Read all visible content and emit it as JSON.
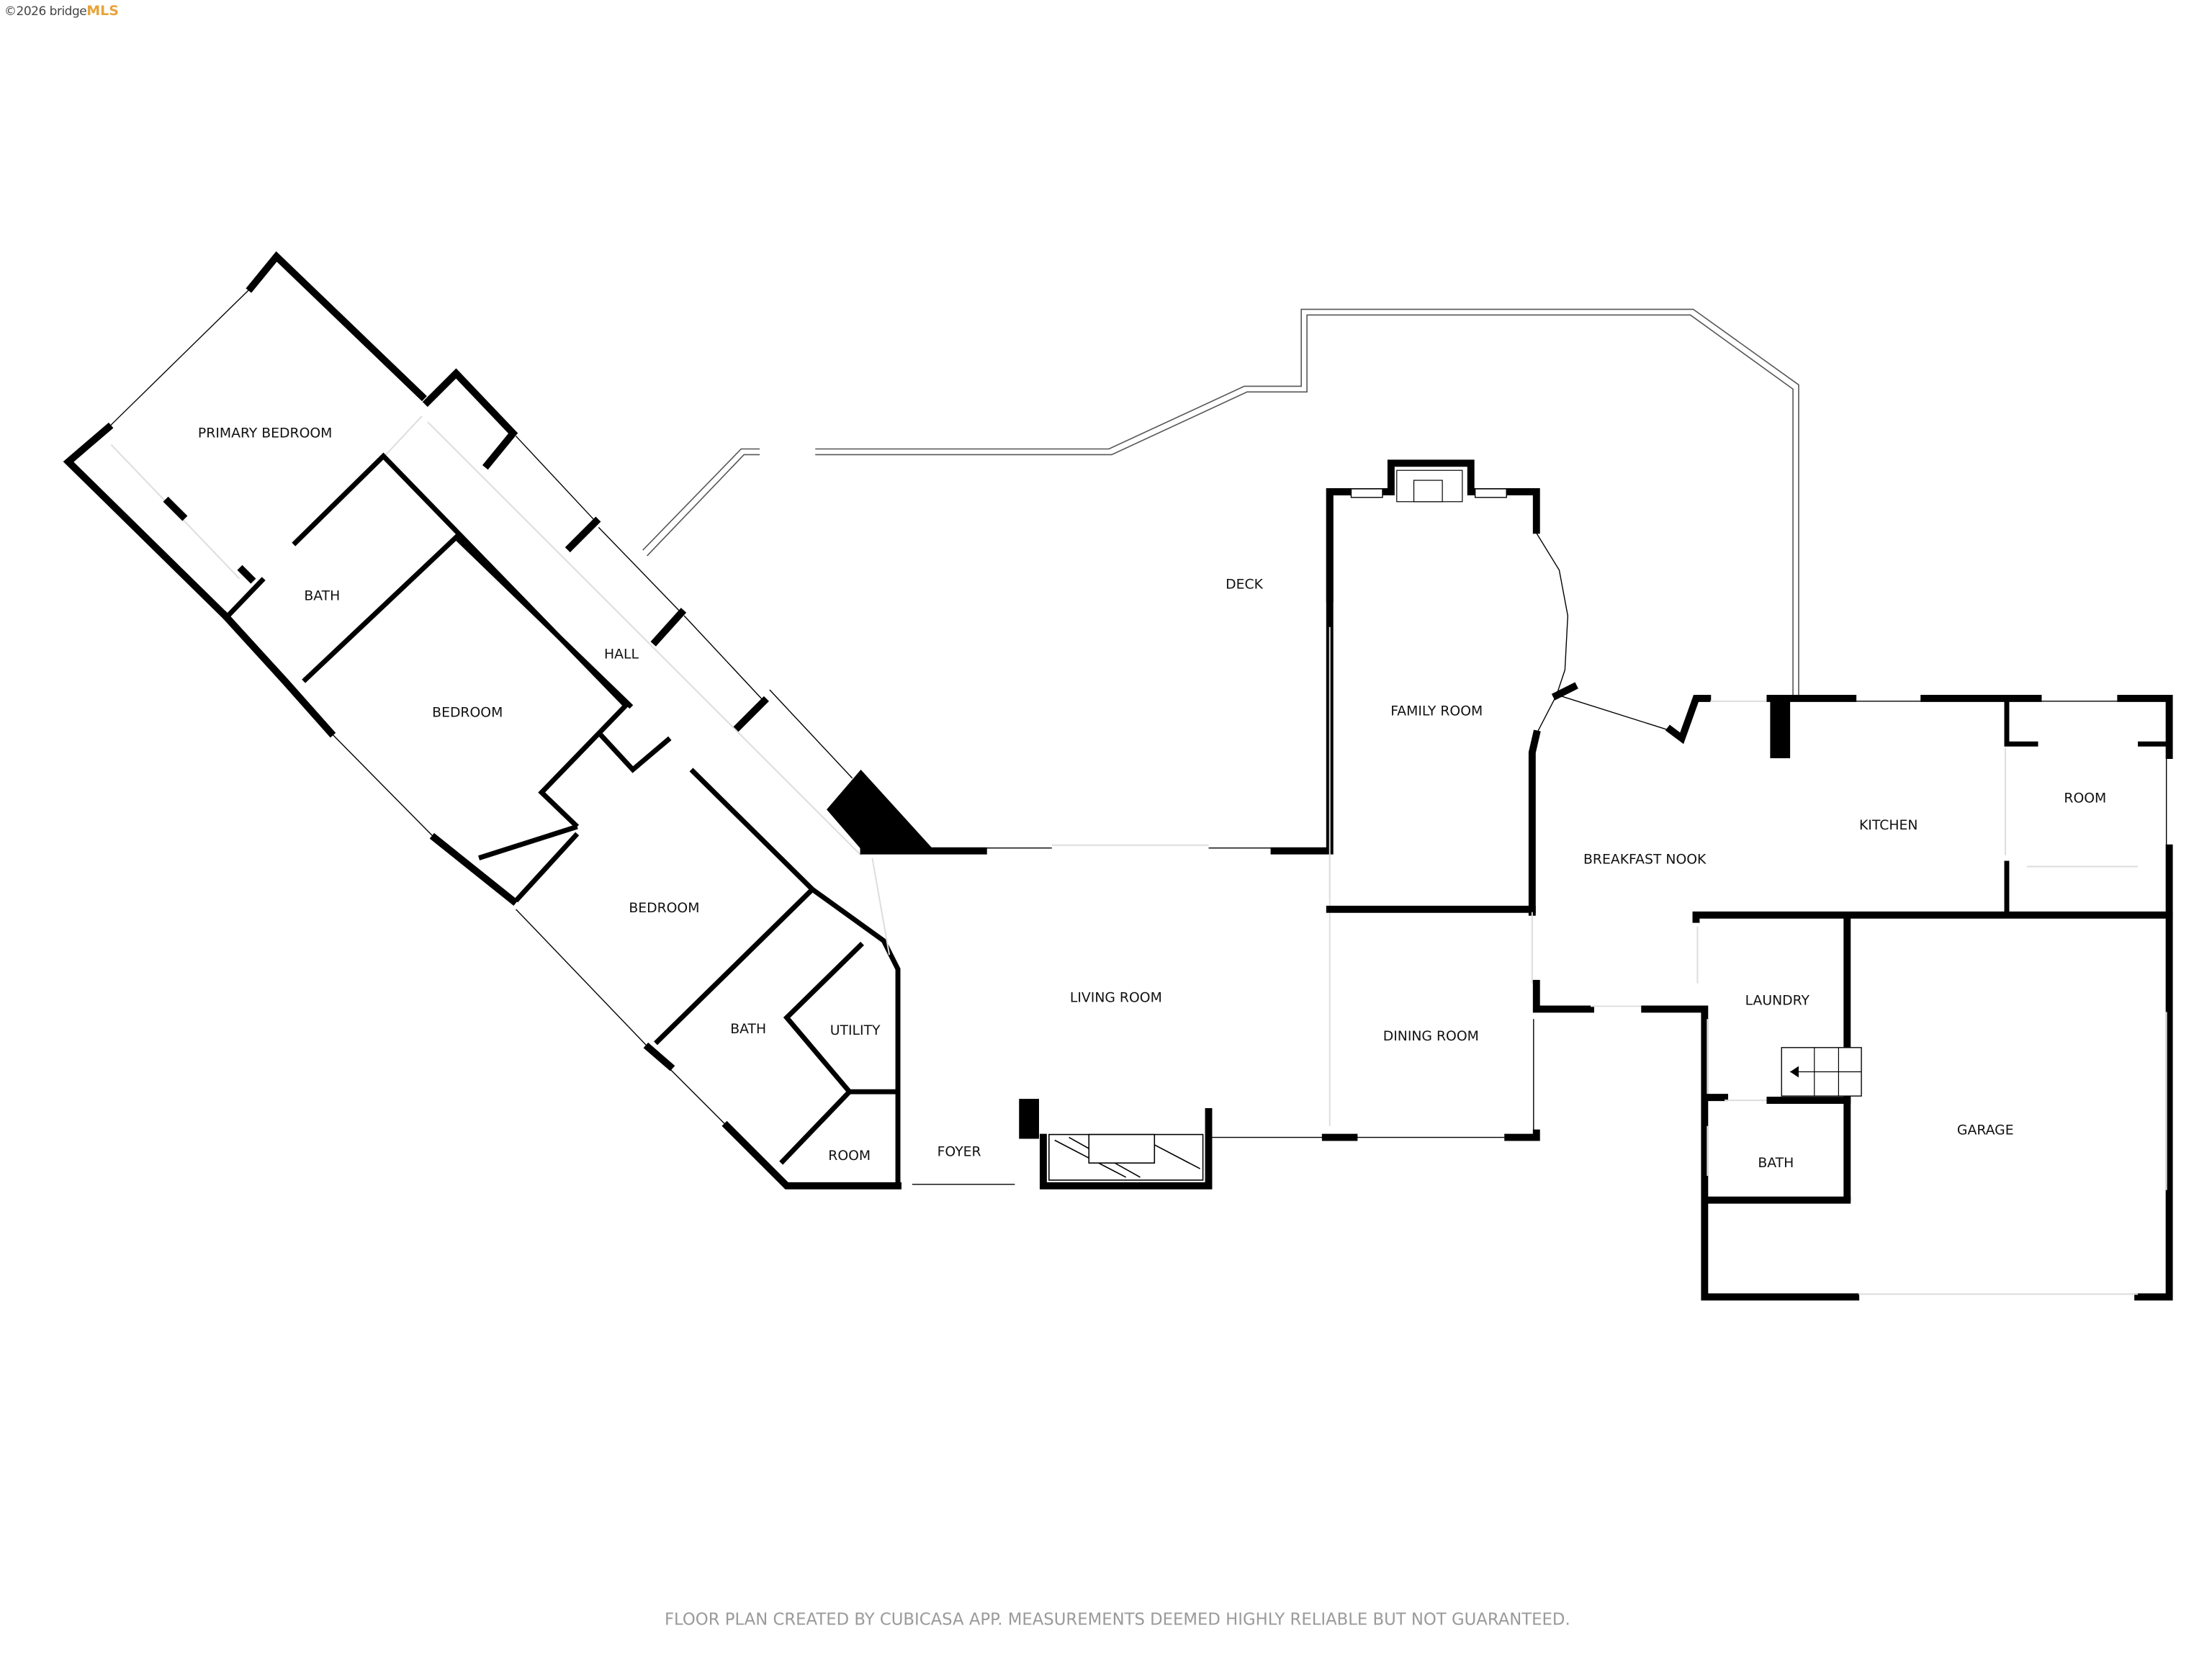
{
  "watermark": {
    "copyright": "©2026 bridge",
    "brand": "MLS",
    "brand_color": "#E8A33A"
  },
  "floorplan": {
    "rooms": [
      {
        "name": "PRIMARY BEDROOM"
      },
      {
        "name": "BATH"
      },
      {
        "name": "HALL"
      },
      {
        "name": "BEDROOM"
      },
      {
        "name": "BEDROOM"
      },
      {
        "name": "BATH"
      },
      {
        "name": "UTILITY"
      },
      {
        "name": "ROOM"
      },
      {
        "name": "FOYER"
      },
      {
        "name": "LIVING ROOM"
      },
      {
        "name": "DECK"
      },
      {
        "name": "FAMILY ROOM"
      },
      {
        "name": "DINING ROOM"
      },
      {
        "name": "BREAKFAST NOOK"
      },
      {
        "name": "KITCHEN"
      },
      {
        "name": "ROOM"
      },
      {
        "name": "LAUNDRY"
      },
      {
        "name": "BATH"
      },
      {
        "name": "GARAGE"
      }
    ],
    "colors": {
      "wall": "#000000",
      "background": "#FFFFFF",
      "footer_text": "#9A9A9A"
    }
  },
  "footer": {
    "disclaimer": "FLOOR PLAN CREATED BY CUBICASA APP. MEASUREMENTS DEEMED HIGHLY RELIABLE BUT NOT GUARANTEED."
  }
}
